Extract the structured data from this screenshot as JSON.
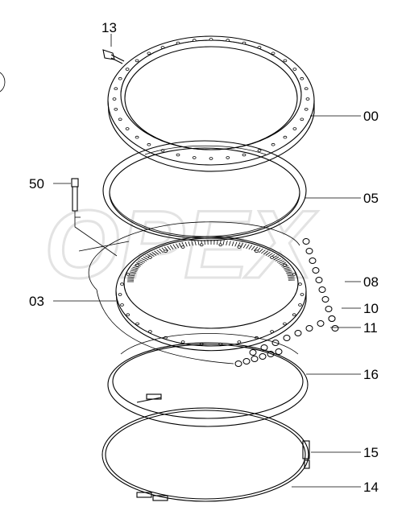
{
  "watermark": "OPEX",
  "labels": {
    "p13": "13",
    "p00": "00",
    "p50": "50",
    "p05": "05",
    "p03": "03",
    "p08": "08",
    "p10": "10",
    "p11": "11",
    "p16": "16",
    "p15": "15",
    "p14": "14"
  }
}
